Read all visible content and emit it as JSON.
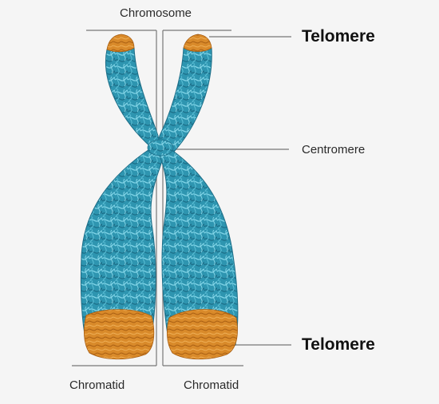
{
  "labels": {
    "chromosome": "Chromosome",
    "telomere_top": "Telomere",
    "centromere": "Centromere",
    "telomere_bottom": "Telomere",
    "chromatid_left": "Chromatid",
    "chromatid_right": "Chromatid"
  },
  "colors": {
    "background": "#f5f5f5",
    "chromatin": "#2e95b0",
    "chromatin_light": "#7fd3e6",
    "chromatin_dark": "#1b6c86",
    "telomere": "#d98a2a",
    "telomere_dark": "#a85e12",
    "leader_line": "#777777"
  }
}
